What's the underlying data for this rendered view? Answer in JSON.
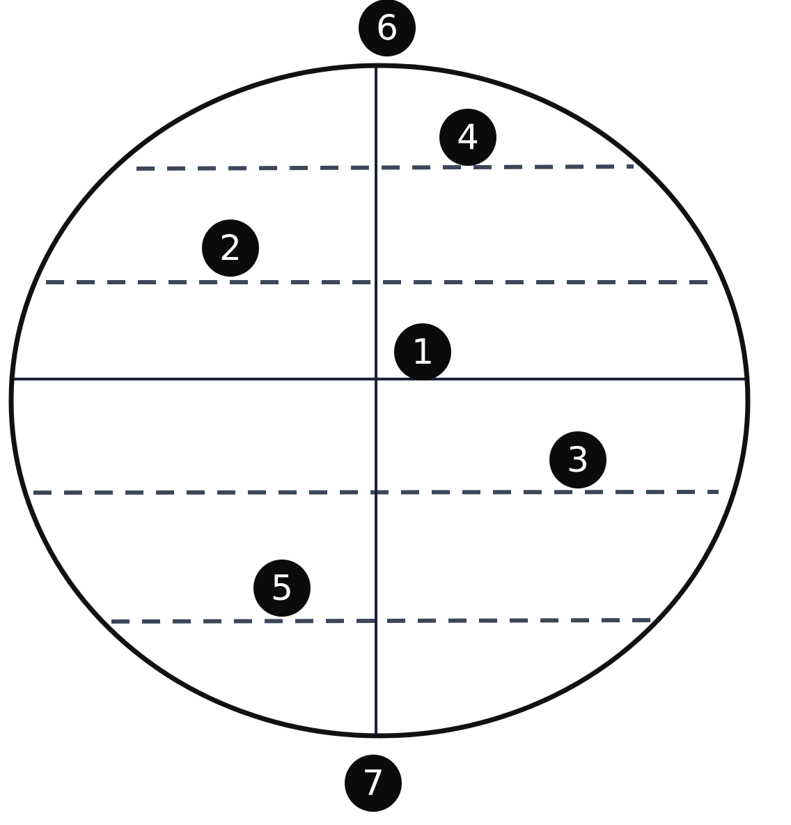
{
  "diagram": {
    "colors": {
      "outline": "#111111",
      "solid_lines": "#1b2233",
      "dashed_lines": "#3c4658",
      "marker_fill": "#0b0b0b",
      "marker_text": "#ffffff",
      "background": "#ffffff"
    },
    "markers": [
      {
        "label": "1"
      },
      {
        "label": "2"
      },
      {
        "label": "3"
      },
      {
        "label": "4"
      },
      {
        "label": "5"
      },
      {
        "label": "6"
      },
      {
        "label": "7"
      }
    ]
  }
}
